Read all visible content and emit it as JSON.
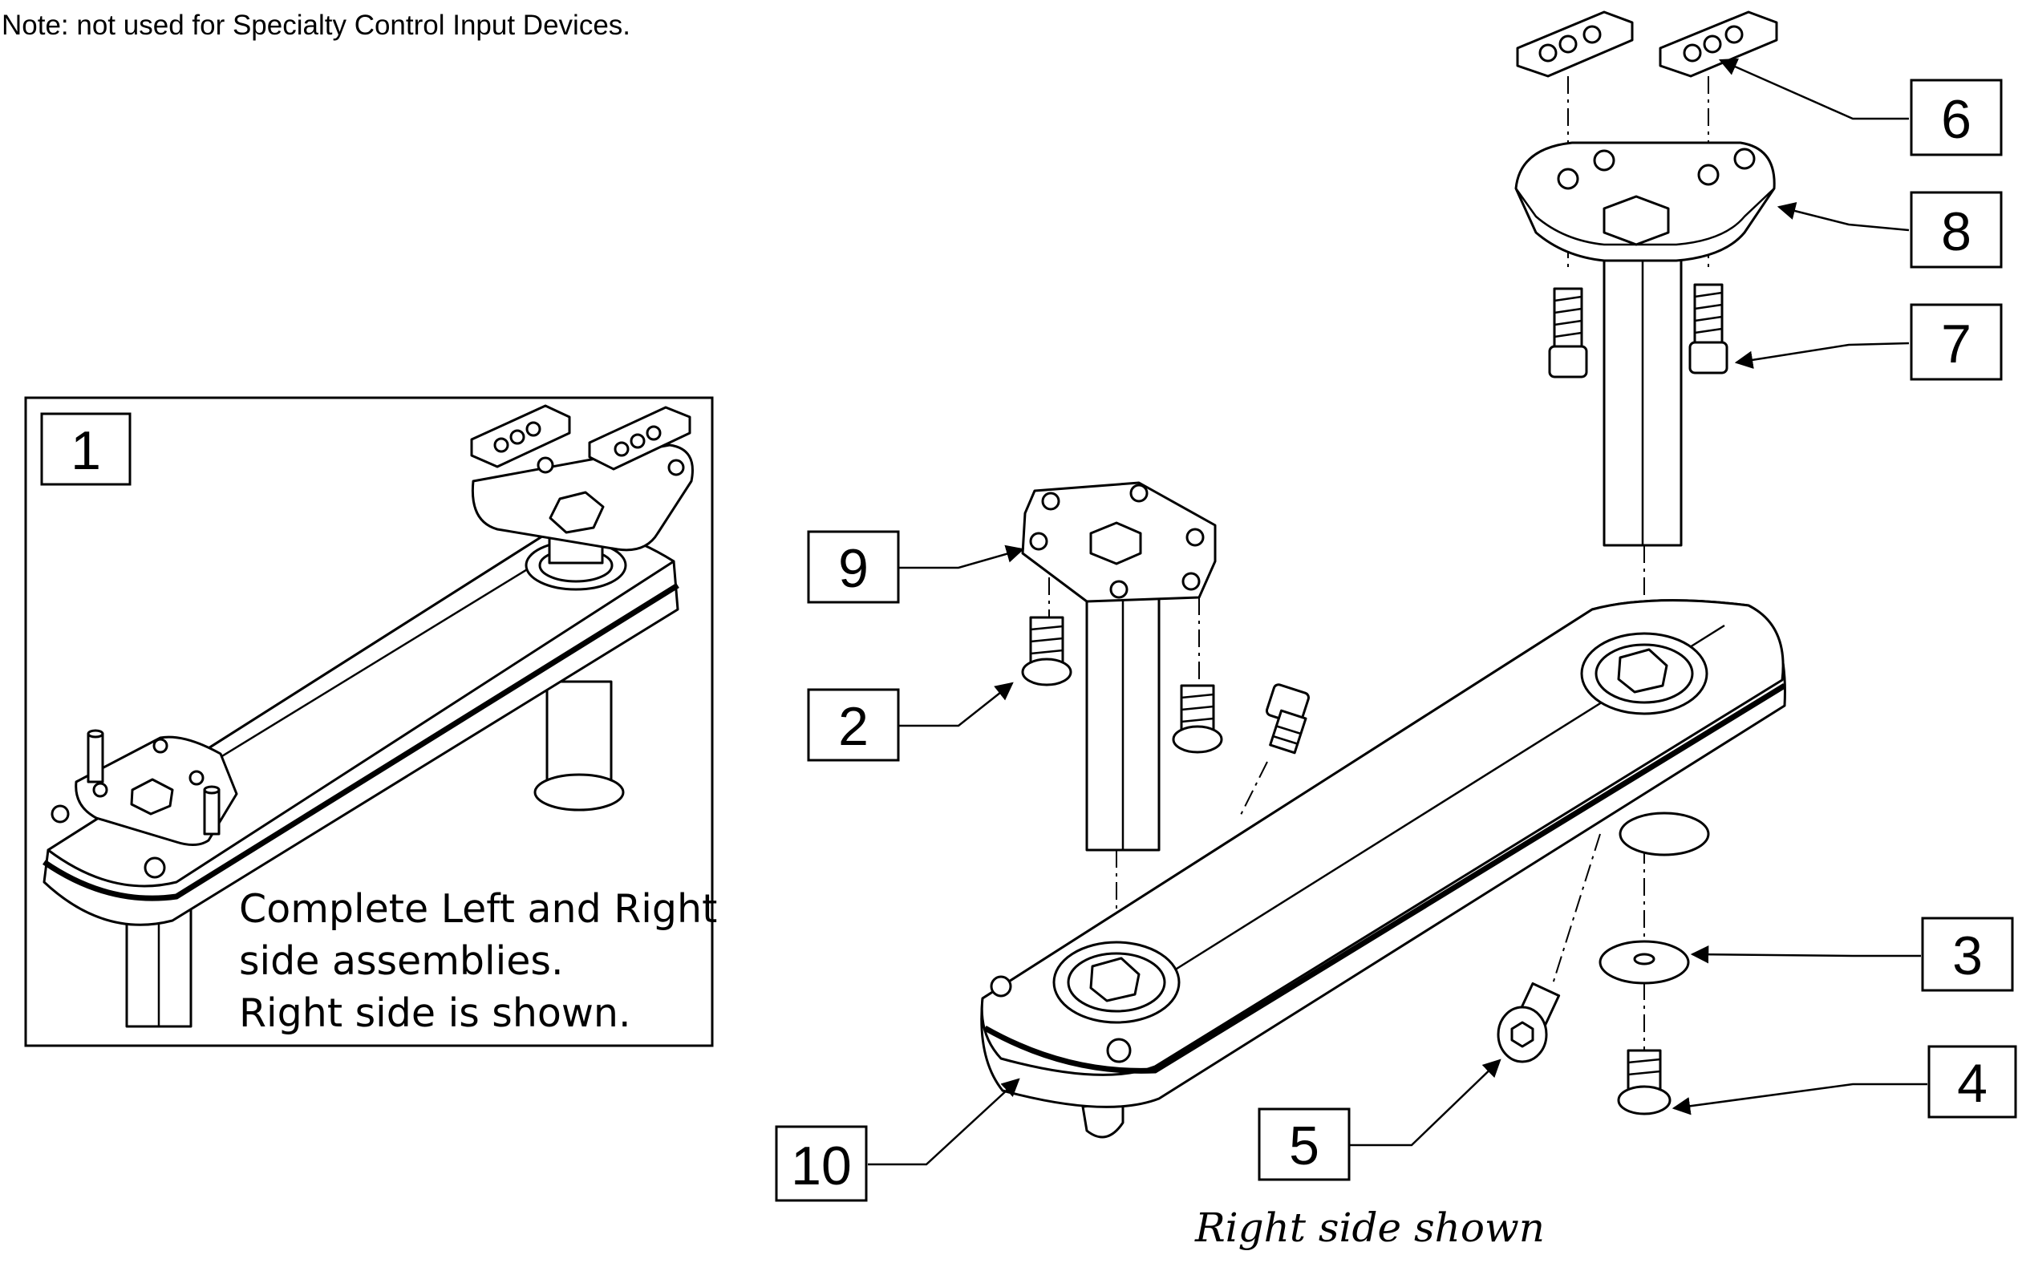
{
  "note": "Note: not used for Specialty Control Input Devices.",
  "inset": {
    "callout": "1",
    "description_lines": [
      "Complete Left and Right",
      "side assemblies.",
      "Right side is shown."
    ]
  },
  "callouts": [
    {
      "id": "2"
    },
    {
      "id": "3"
    },
    {
      "id": "4"
    },
    {
      "id": "5"
    },
    {
      "id": "6"
    },
    {
      "id": "7"
    },
    {
      "id": "8"
    },
    {
      "id": "9"
    },
    {
      "id": "10"
    }
  ],
  "caption": "Right side shown"
}
